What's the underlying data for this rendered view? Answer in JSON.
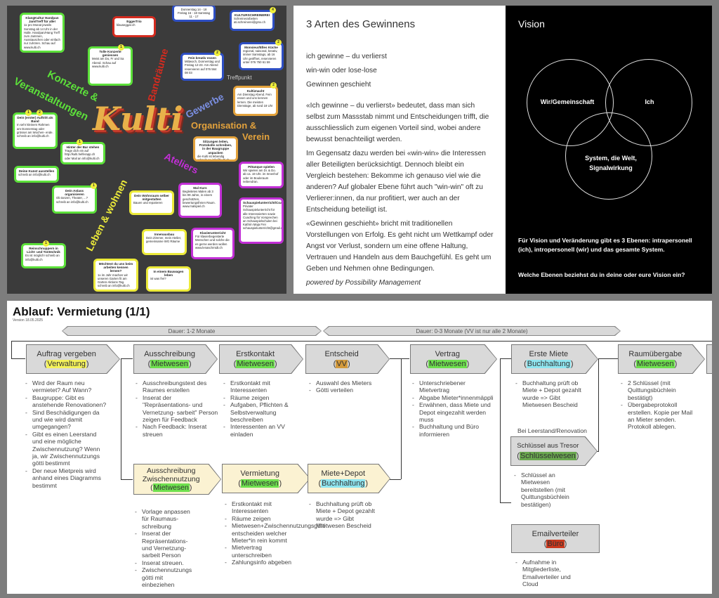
{
  "mindmap": {
    "logo": "Kulti",
    "branches": {
      "konzerte": "Konzerte &",
      "veranstaltungen": "Veranstaltungen",
      "bandraeume": "Bandräume",
      "gewerbe": "Gewerbe",
      "treffpunkt": "Treffpunkt",
      "organisation": "Organisation &",
      "verein": "Verein",
      "ateliers": "Ateliers",
      "leben": "Leben & wohnen"
    },
    "colors": {
      "green": "#5ce03a",
      "red": "#d42b1f",
      "blue": "#2e4fc4",
      "orange": "#e3a23c",
      "magenta": "#c22fd6",
      "yellow": "#ecea3a"
    },
    "boxes": [
      {
        "title": "KlangKultur Handpan Jam/Treff für alle!",
        "text": "1x pro Monat jeweils Sonntag ab 14 Uhr in der Halle. Handpan/Hang Treff zum Jammen, Ausstauschen oder einfach nur zuhören. Schau auf www.kulti.ch"
      },
      {
        "title": "EggerTrio",
        "text": "klauseggar.ch"
      },
      {
        "title": "Tolle Konzerte geniessen",
        "text": "Meist am Do, Fr und Sa Abend. Schau auf www.kulti.ch",
        "badge": "1"
      },
      {
        "title": "",
        "text": "Donnerstag 14 - 18 Freitag 16 - 18 Samstag 11 - 17"
      },
      {
        "title": "KULTURSCHREINEREI",
        "text": "Schreinerarbeiten ati.schreinerei@gmx.ch",
        "badge": "4"
      },
      {
        "title": "Fein kreativ essen",
        "text": "Mittwoch, Donnerstag und Freitag 12-23. Am Abend reservieren auf 076 564 08 03",
        "badge": "2"
      },
      {
        "title": "Monsieur/Elles Küche",
        "text": "regional, saisonal, kreativ, immer Samstags, ab 16 Uhr geöffnet, reservieren unter 076 750 61 59",
        "badge": "2"
      },
      {
        "title": "Kultiznacht",
        "text": "Am Dienstag Abend. Fein essen und uns kennen lernen. Die meisten Dienstage, ab rund 18 Uhr",
        "badge": "2"
      },
      {
        "title": "Dein (erster) Auftritt als Band",
        "text": "In sehr kleinem Rahmen am Donnerstag oder grösser am Wochen- ende. schreib an info@kulti.ch",
        "badge": "1",
        "badge2": "2"
      },
      {
        "title": "Hinter der Bar stehen",
        "text": "Trage dich ein auf http://kulti.helferapp.ch oder Mail an info@kulti.ch",
        "badge": "1"
      },
      {
        "title": "Sitzungen leiten, Protokolle schreiben, in der Baugruppe anpacken",
        "text": "die Kulti ist lebendig schreib an info@kulti.ch"
      },
      {
        "title": "Deine Kunst ausstellen",
        "text": "schreib an info@kulti.ch"
      },
      {
        "title": "Pétanque spielen",
        "text": "Wir spielen am Di. & Do. ab ca. 19 Uhr. im Innenhof oder im Bouleraum nebendran."
      },
      {
        "title": "Dein Anlass organisieren",
        "text": "Ob tanzen, Theater, ...? schreib an info@kulti.ch",
        "badge": "1"
      },
      {
        "title": "Dein Wohnraum selber mitgestalten",
        "text": "Bauen und reparieren"
      },
      {
        "title": "Mal Kurs",
        "text": "Begleitetes Malen ab 3 bis 99 Jahre, in einem geschützten, bewertungsfreien Raum. www.malspiel.ch"
      },
      {
        "title": "Schauspielunterricht/Coaching",
        "text": "Privater Schauspielunterricht für alle Interessierten sowie Coaching für Vorsprechen an Schauspielschulen bei Kathrin Maja Frei schauspielunterricht@gmail.com"
      },
      {
        "title": "Klavierunterricht",
        "text": "Für klavierbegeisterte Menschen und solche die es gerne werden wollen www.lenaschmidt.ch"
      },
      {
        "title": "Innenausbau",
        "text": "Dein Zimmer, mein Atelier, gemeinsame WG Räume"
      },
      {
        "title": "Reinschnuppern in Licht- und Tontechnik",
        "text": "Es ist möglich! schreib an info@kulti.ch",
        "badge": "1"
      },
      {
        "title": "Möchtest du uns beim arbeiten kennen lernen?",
        "text": "1x im Jahr machen wir unseren Garten fit am Garten-Aktions-Tag. schreib an info@kulti.ch"
      },
      {
        "title": "In einem Bauwagen leben",
        "text": "ist was frei?"
      }
    ]
  },
  "article": {
    "title": "3 Arten des Gewinnens",
    "lines": [
      "ich gewinne – du verlierst",
      "win-win oder lose-lose",
      "Gewinnen geschieht"
    ],
    "paragraphs": [
      "«Ich gewinne – du verlierst» bedeutet, dass man sich selbst zum Massstab nimmt und Entscheidungen trifft, die ausschliesslich zum eigenen Vorteil sind, wobei andere bewusst benachteiligt werden.",
      "Im Gegensatz dazu werden bei «win-win» die Interessen aller Beteiligten berücksichtigt. Dennoch bleibt ein Vergleich bestehen: Bekomme ich genauso viel wie die anderen? Auf globaler Ebene führt auch \"win-win\" oft zu Verlierer:innen, da nur profitiert, wer auch an der Entscheidung beteiligt ist.",
      "«Gewinnen geschieht» bricht mit traditionellen Vorstellungen von Erfolg. Es geht nicht um Wettkampf oder Angst vor Verlust, sondern um eine offene Haltung, Vertrauen und Handeln aus dem Bauchgefühl. Es geht um Geben und Nehmen ohne Bedingungen."
    ],
    "credit": "powered by Possibility Management"
  },
  "vision": {
    "title": "Vision",
    "circles": [
      "Wir/Gemeinschaft",
      "Ich",
      "System, die Welt, Signalwirkung"
    ],
    "text": "Für Vision und Veränderung gibt es 3 Ebenen: intrapersonell (ich), intropersonell (wir) und das gesamte System.",
    "question": "Welche Ebenen beziehst du in deine oder eure Vision ein?"
  },
  "flow": {
    "title": "Ablauf: Vermietung (1/1)",
    "version": "Version 18.05.2025",
    "durations": [
      "Dauer: 1-2 Monate",
      "Dauer: 0-3 Monate (VV ist nur alle 2 Monate)"
    ],
    "note": "Bei Leerstand/Renovation",
    "steps": [
      {
        "title": "Auftrag vergeben",
        "role": "Verwaltung",
        "items": [
          "Wird der Raum neu vermietet? Auf Wann?",
          "Baugruppe: Gibt es anstehende Renovationen?",
          "Sind Beschädigungen da und wie wird damit umgegangen?",
          "Gibt es einen Leerstand und eine mögliche Zwischennutzung? Wenn ja, wir Zwischennutzungs götti bestimmt",
          "Der neue Mietpreis wird anhand eines Diagramms bestimmt"
        ]
      },
      {
        "title": "Ausschreibung",
        "role": "Mietwesen",
        "items": [
          "Ausschreibungstext des Raumes erstellen",
          "Inserat der \"Repräsentations- und Vernetzung- sarbeit\" Person zeigen für Feedback",
          "Nach Feedback: Inserat streuen"
        ]
      },
      {
        "title": "Erstkontakt",
        "role": "Mietwesen",
        "items": [
          "Erstkontakt mit Interessenten",
          "Räume zeigen",
          "Aufgaben, Pflichten & Selbstverwaltung beschreiben",
          "Interessenten an VV einladen"
        ]
      },
      {
        "title": "Entscheid",
        "role": "VV",
        "items": [
          "Auswahl des Mieters",
          "Götti verteilen"
        ]
      },
      {
        "title": "Vertrag",
        "role": "Mietwesen",
        "items": [
          "Unterschriebener Mietvertrag",
          "Abgabe Mieter*innenmäppli",
          "Erwähnen, dass Miete und Depot eingezahlt werden muss",
          "Buchhaltung und Büro informieren"
        ]
      },
      {
        "title": "Erste Miete",
        "role": "Buchhaltung",
        "items": [
          "Buchhaltung prüft ob Miete + Depot gezahlt wurde => Gibt Mietwesen Bescheid"
        ]
      },
      {
        "title": "Raumübergabe",
        "role": "Mietwesen",
        "items": [
          "2 Schlüssel (mit Quittungsbüchlein bestätigt)",
          "Übergabeprotokoll erstellen. Kopie per Mail an Mieter senden. Protokoll ablegen."
        ]
      },
      {
        "title": "Ausschreibung Zwischennutzung",
        "role": "Mietwesen",
        "items": [
          "Vorlage anpassen für Raumaus- schreibung",
          "Inserat der Repräsentations- und Vernetzung- sarbeit Person",
          "Inserat streuen.",
          "Zwischennutzungs götti mit einbeziehen"
        ]
      },
      {
        "title": "Vermietung",
        "role": "Mietwesen",
        "items": [
          "Erstkontakt mit Interessenten",
          "Räume zeigen",
          "Mietwesen+Zwischennutzungsgötti entscheiden welcher Mieter*in rein kommt",
          "Mietvertrag unterschreiben",
          "Zahlungsinfo abgeben"
        ]
      },
      {
        "title": "Miete+Depot",
        "role": "Buchhaltung",
        "items": [
          "Buchhaltung prüft ob Miete + Depot gezahlt wurde => Gibt Mietwesen Bescheid"
        ]
      },
      {
        "title": "Schlüssel aus Tresor",
        "role": "Schlüsselwesen",
        "items": [
          "Schlüssel an Mietwesen bereitstellen (mit Quittungsbüchlein bestätigen)"
        ]
      },
      {
        "title": "Emailverteiler",
        "role": "Büro",
        "items": [
          "Aufnahme in Mitgliederliste, Emailverteiler und Cloud"
        ]
      }
    ]
  }
}
